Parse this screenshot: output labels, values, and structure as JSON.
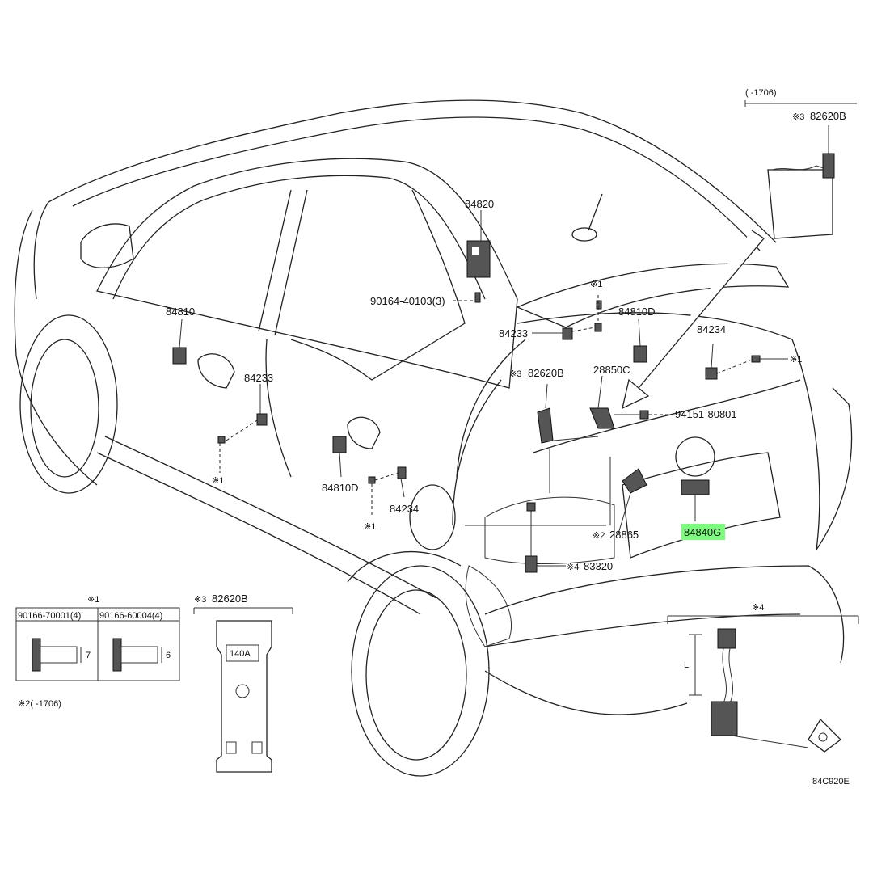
{
  "labels": {
    "p84820": "84820",
    "p90164": "90164-40103(3)",
    "mark1_a": "※1",
    "p84810": "84810",
    "p84233_a": "84233",
    "p84233_b": "84233",
    "p84810D_a": "84810D",
    "p84810D_b": "84810D",
    "mark1_b": "※1",
    "p84234_a": "84234",
    "p84234_b": "84234",
    "mark1_c": "※1",
    "mark1_d": "※1",
    "mark3_a": "※3",
    "p82620B_a": "82620B",
    "p28850C": "28850C",
    "p94151": "94151-80801",
    "mark2_a": "※2",
    "p28865": "28865",
    "p84840G": "84840G",
    "mark4_a": "※4",
    "p83320": "83320",
    "inset_range": "(     -1706)",
    "mark3_b": "※3",
    "p82620B_b": "82620B",
    "mark3_c": "※3",
    "p82620B_c": "82620B",
    "mark1_e": "※1",
    "tbl_col1": "90166-70001(4)",
    "tbl_col2": "90166-60004(4)",
    "dim7": "7",
    "dim6": "6",
    "note2": "※2(      -1706)",
    "fuse_label": "140A",
    "mark4_b": "※4",
    "dimL": "L",
    "ref_code": "84C920E"
  },
  "highlight_color": "#7CFC7C"
}
